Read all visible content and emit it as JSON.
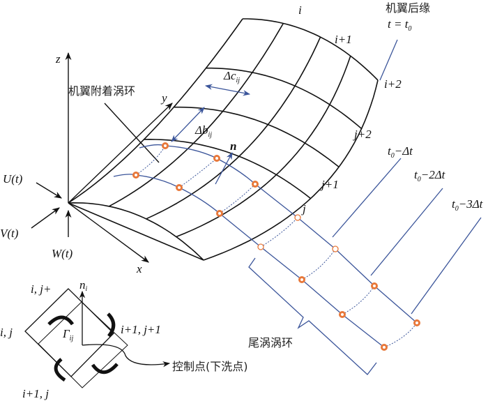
{
  "labels": {
    "trailing_edge_title": "机翼后缘",
    "t_eq_t0": "t = t",
    "t0_minus_dt": "t",
    "t0_minus_dt_rest": "−Δt",
    "t0_minus_2dt_rest": "−2Δt",
    "t0_minus_3dt_rest": "−3Δt",
    "sub0": "0",
    "bound_vortex": "机翼附着涡环",
    "wake_vortex": "尾涡涡环",
    "control_point": "控制点(下洗点)",
    "i": "i",
    "i1": "i+1",
    "i2": "i+2",
    "j": "j",
    "j1": "j+1",
    "j2": "j+2",
    "axis_x": "x",
    "axis_y": "y",
    "axis_z": "z",
    "U": "U(t)",
    "V": "V(t)",
    "W": "W(t)",
    "dc": "Δc",
    "db": "Δb",
    "ij": "ij",
    "n": "n",
    "inset_ij_plus": "i, j+",
    "inset_ni": "n",
    "inset_ni_sub": "i",
    "inset_ij": "i, j",
    "inset_gamma": "Γ",
    "inset_i1j1": "i+1, j+1",
    "inset_i1j": "i+1, j"
  },
  "colors": {
    "wing": "#111111",
    "vortex": "#3b559a",
    "point": "#e8783a"
  }
}
